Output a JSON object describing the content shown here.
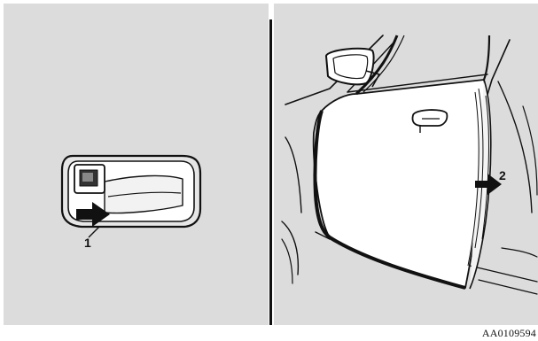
{
  "figure": {
    "callouts": [
      {
        "id": "1",
        "label": "1"
      },
      {
        "id": "2",
        "label": "2"
      }
    ],
    "figure_code": "AA0109594"
  }
}
